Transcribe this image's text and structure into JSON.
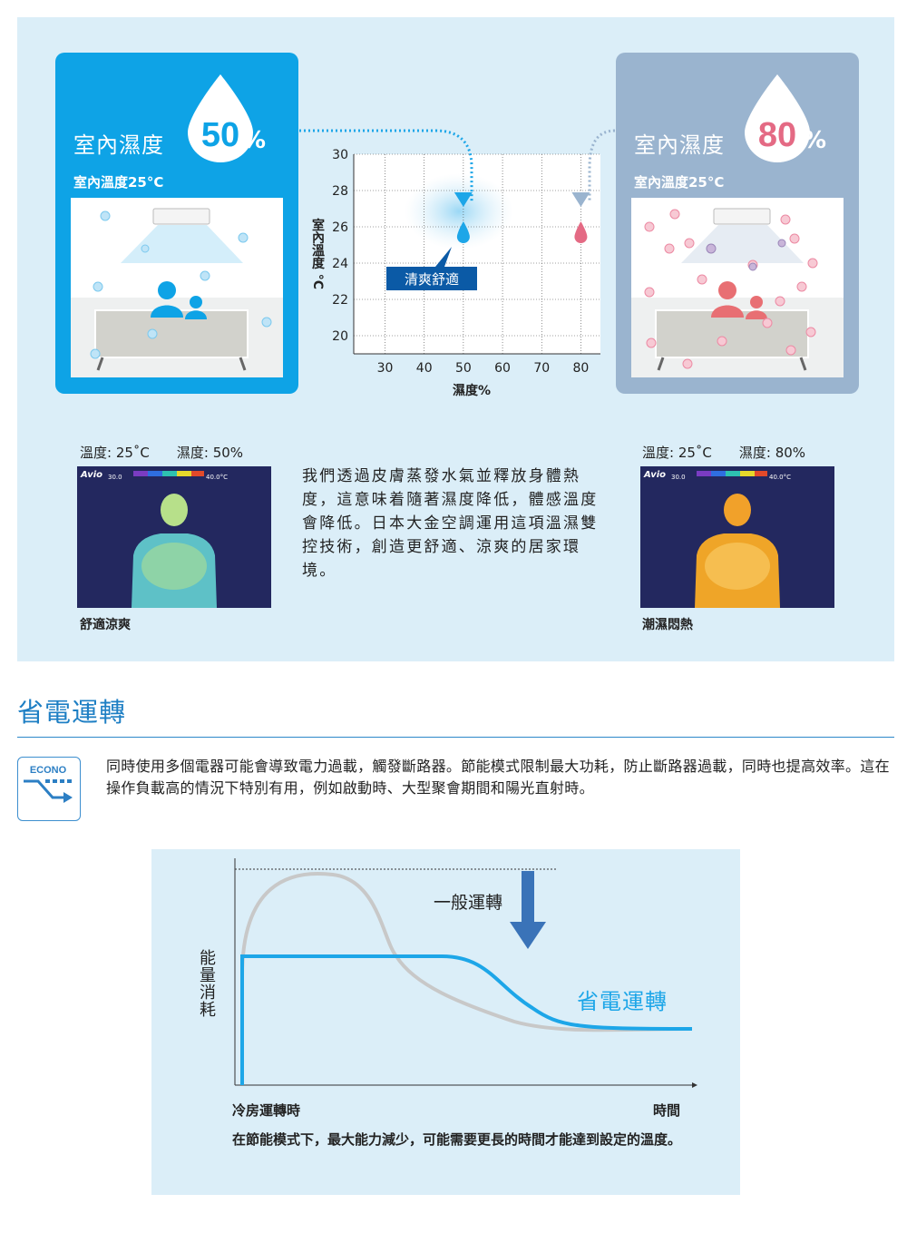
{
  "left_room": {
    "title": "室內濕度",
    "humidity_value": "50",
    "pct": "%",
    "temp_label": "室內溫度25°C",
    "accent": "#0ea3e6"
  },
  "right_room": {
    "title": "室內濕度",
    "humidity_value": "80",
    "pct": "%",
    "temp_label": "室內溫度25°C",
    "accent": "#9ab4cf"
  },
  "chart_data": {
    "type": "line",
    "ylabel": "室內溫度 °C",
    "xlabel": "濕度%",
    "yticks": [
      "30",
      "28",
      "26",
      "24",
      "22",
      "20"
    ],
    "xticks": [
      "30",
      "40",
      "50",
      "60",
      "70",
      "80"
    ],
    "ylim": [
      19,
      30
    ],
    "xlim": [
      22,
      85
    ],
    "markers": [
      {
        "x": 50,
        "y": 25.3,
        "color": "#1da6e8"
      },
      {
        "x": 80,
        "y": 25.3,
        "color": "#e46a84"
      }
    ],
    "callout": "清爽舒適",
    "grid": true
  },
  "thermal_left": {
    "label": "溫度: 25˚C　　濕度: 50%",
    "caption": "舒適涼爽",
    "logo": "Avio",
    "scale_min": "30.0",
    "scale_max": "40.0°C"
  },
  "thermal_right": {
    "label": "溫度: 25˚C　　濕度: 80%",
    "caption": "潮濕悶熱",
    "logo": "Avio",
    "scale_min": "30.0",
    "scale_max": "40.0°C"
  },
  "explain": "我們透過皮膚蒸發水氣並釋放身體熱度，這意味着隨著濕度降低，體感溫度會降低。日本大金空調運用這項溫濕雙控技術，創造更舒適、涼爽的居家環境。",
  "econo": {
    "title": "省電運轉",
    "badge": "ECONO",
    "description": "同時使用多個電器可能會導致電力過載，觸發斷路器。節能模式限制最大功耗，防止斷路器過載，同時也提高效率。這在操作負載高的情況下特別有用，例如啟動時、大型聚會期間和陽光直射時。",
    "ylabel": "能量消耗",
    "xlabel_left": "冷房運轉時",
    "xlabel_right": "時間",
    "label_normal": "一般運轉",
    "label_saving": "省電運轉",
    "note": "在節能模式下，最大能力減少，可能需要更長的時間才能達到設定的溫度。",
    "normal_color": "#c8c8c8",
    "saving_color": "#1da6e8"
  }
}
